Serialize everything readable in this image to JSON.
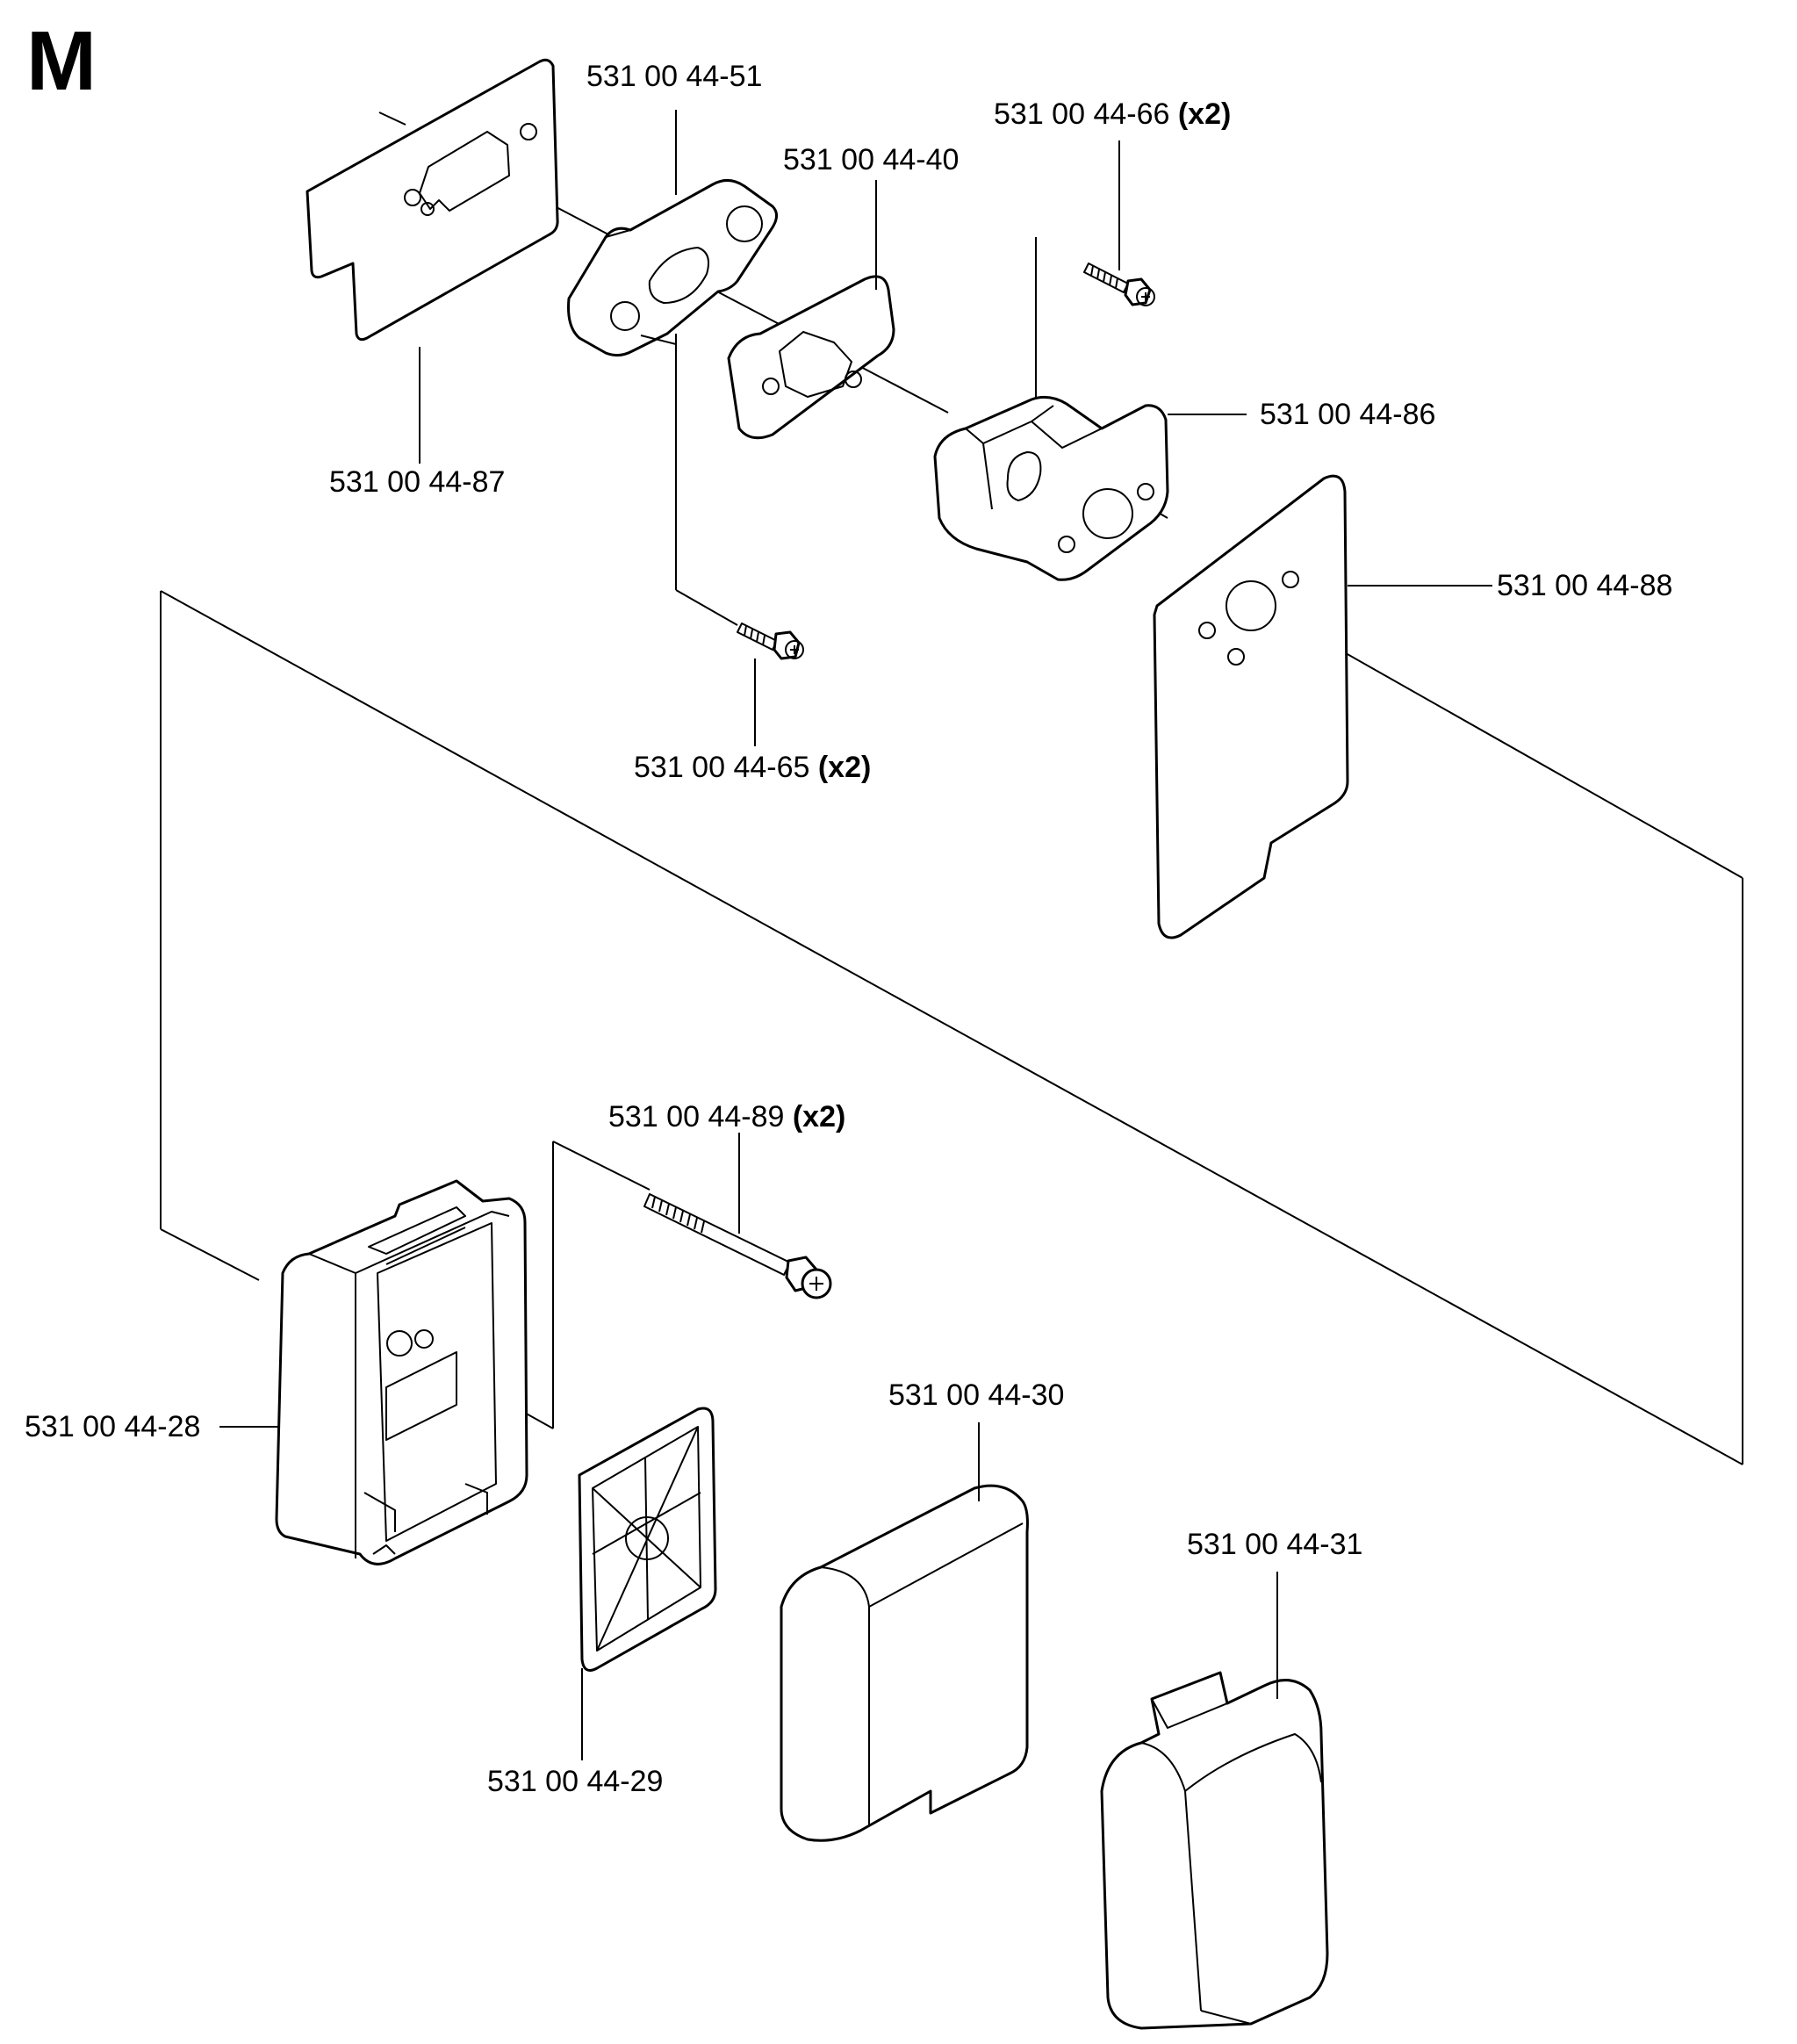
{
  "section": "M",
  "parts": {
    "p87": {
      "number": "531 00 44-87",
      "qty": ""
    },
    "p51": {
      "number": "531 00 44-51",
      "qty": ""
    },
    "p40": {
      "number": "531 00 44-40",
      "qty": ""
    },
    "p66": {
      "number": "531 00 44-66",
      "qty": "(x2)"
    },
    "p86": {
      "number": "531 00 44-86",
      "qty": ""
    },
    "p88": {
      "number": "531 00 44-88",
      "qty": ""
    },
    "p65": {
      "number": "531 00 44-65",
      "qty": "(x2)"
    },
    "p89": {
      "number": "531 00 44-89",
      "qty": "(x2)"
    },
    "p28": {
      "number": "531 00 44-28",
      "qty": ""
    },
    "p30": {
      "number": "531 00 44-30",
      "qty": ""
    },
    "p29": {
      "number": "531 00 44-29",
      "qty": ""
    },
    "p31": {
      "number": "531 00 44-31",
      "qty": ""
    }
  }
}
